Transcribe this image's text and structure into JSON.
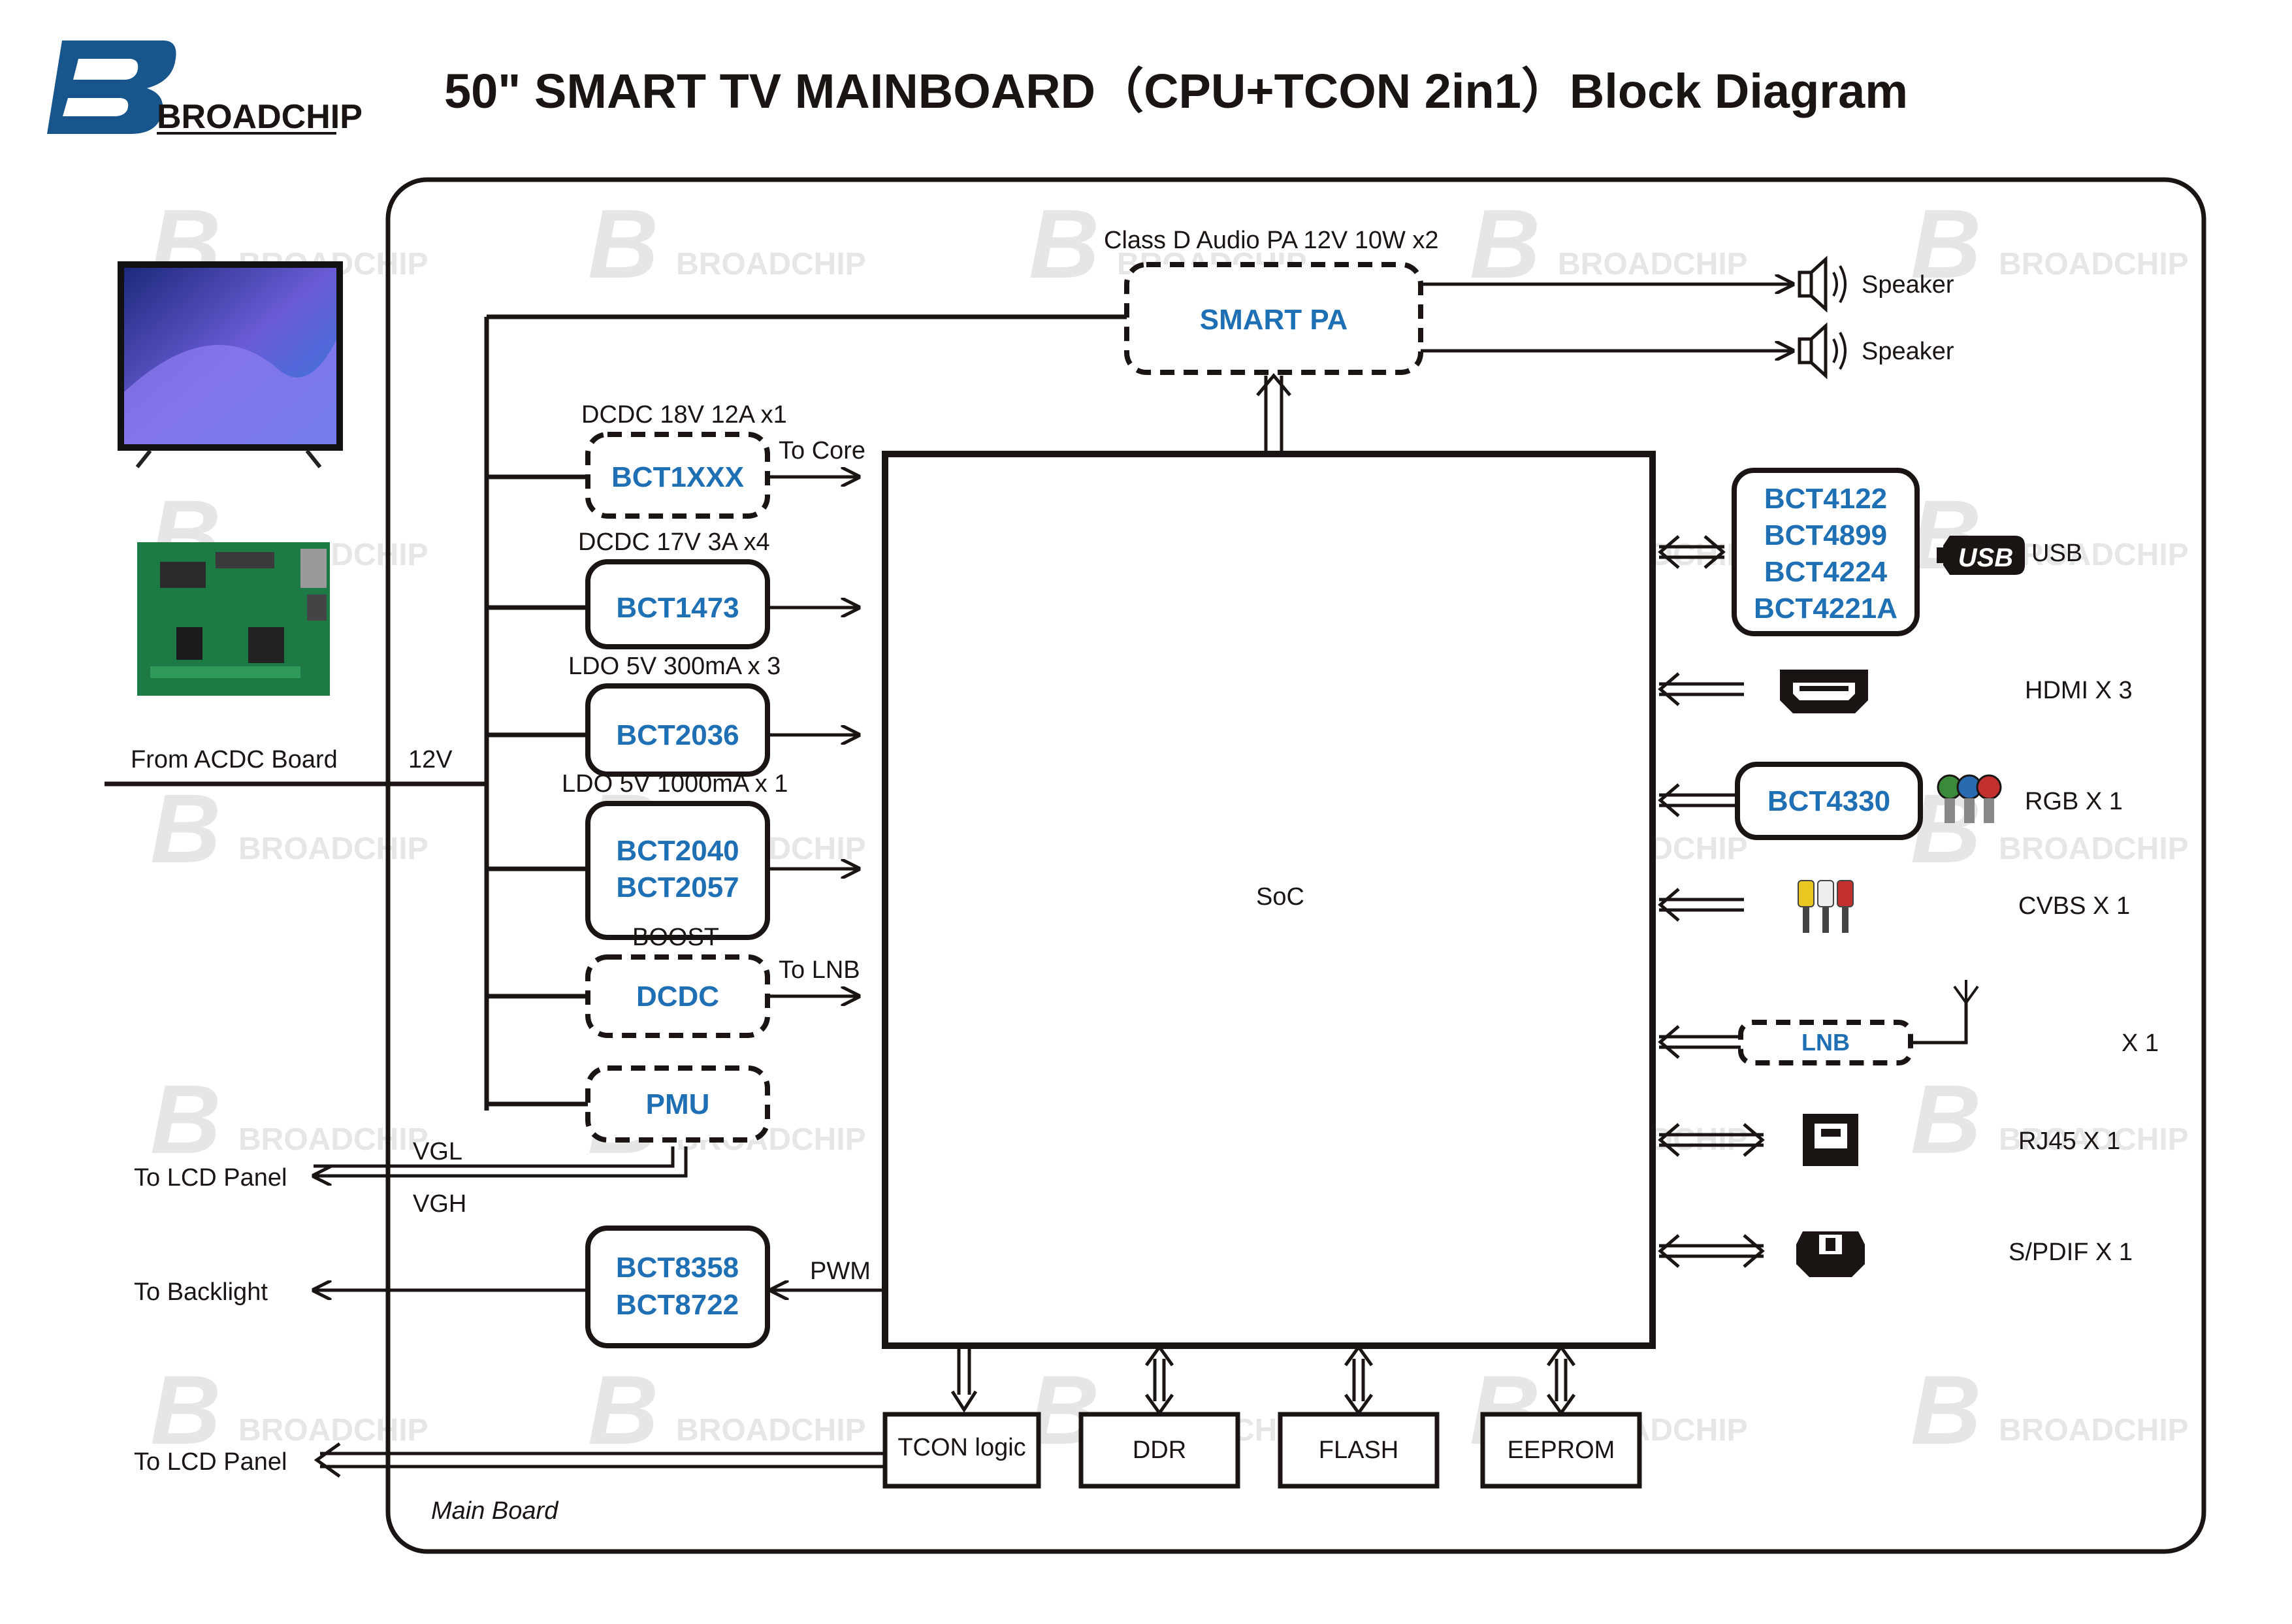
{
  "header": {
    "logo_text": "BROADCHIP",
    "title": "50\" SMART TV MAINBOARD（CPU+TCON  2in1）Block Diagram"
  },
  "board": {
    "label": "Main Board",
    "soc": "SoC"
  },
  "power_input": {
    "source": "From ACDC Board",
    "voltage": "12V"
  },
  "audio": {
    "title": "Class D Audio PA  12V 10W x2",
    "block": "SMART PA",
    "outputs": [
      "Speaker",
      "Speaker"
    ]
  },
  "power_blocks": [
    {
      "caption": "DCDC 18V 12A x1",
      "lines": [
        "BCT1XXX"
      ],
      "out": "To Core",
      "dashed": true
    },
    {
      "caption": "DCDC 17V 3A x4",
      "lines": [
        "BCT1473"
      ],
      "out": "",
      "dashed": false
    },
    {
      "caption": "LDO 5V 300mA x 3",
      "lines": [
        "BCT2036"
      ],
      "out": "",
      "dashed": false
    },
    {
      "caption": "LDO 5V 1000mA x 1",
      "lines": [
        "BCT2040",
        "BCT2057"
      ],
      "out": "",
      "dashed": false
    },
    {
      "caption": "BOOST",
      "lines": [
        "DCDC"
      ],
      "out": "To LNB",
      "dashed": true
    },
    {
      "caption": "",
      "lines": [
        "PMU"
      ],
      "out": "",
      "dashed": true
    }
  ],
  "lcd_outputs": {
    "vgl": "VGL",
    "vgh": "VGH",
    "to_lcd_panel": "To LCD Panel"
  },
  "backlight": {
    "lines": [
      "BCT8358",
      "BCT8722"
    ],
    "signal": "PWM",
    "out": "To Backlight"
  },
  "bottom_blocks": [
    "TCON logic",
    "DDR",
    "FLASH",
    "EEPROM"
  ],
  "tcon_out": "To LCD Panel",
  "interfaces": [
    {
      "chip_lines": [
        "BCT4122",
        "BCT4899",
        "BCT4224",
        "BCT4221A"
      ],
      "icon": "usb-icon",
      "icon_text": "USB",
      "label": "USB"
    },
    {
      "chip_lines": [],
      "icon": "hdmi-port-icon",
      "label": "HDMI X 3"
    },
    {
      "chip_lines": [
        "BCT4330"
      ],
      "icon": "rgb-connector-icon",
      "label": "RGB   X 1"
    },
    {
      "chip_lines": [],
      "icon": "rca-connector-icon",
      "label": "CVBS  X 1"
    },
    {
      "chip_lines": [
        "LNB"
      ],
      "icon": "antenna-icon",
      "label": "X 1"
    },
    {
      "chip_lines": [],
      "icon": "rj45-port-icon",
      "label": "RJ45  X 1"
    },
    {
      "chip_lines": [],
      "icon": "spdif-port-icon",
      "label": "S/PDIF X 1"
    }
  ],
  "colors": {
    "accent": "#1f6fb5",
    "line": "#1a1512",
    "logo": "#17558c",
    "pcb": "#1d7a45"
  }
}
